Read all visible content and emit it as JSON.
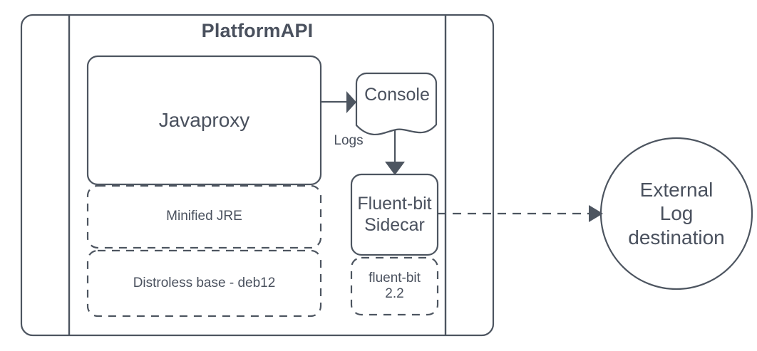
{
  "diagram": {
    "title": "PlatformAPI",
    "colors": {
      "stroke": "#4d5560",
      "text": "#4a515e",
      "background": "#ffffff"
    },
    "nodes": {
      "platform_api_title": "PlatformAPI",
      "javaproxy": "Javaproxy",
      "minified_jre": "Minified JRE",
      "distroless_base": "Distroless base - deb12",
      "console": "Console",
      "fluentbit_sidecar": "Fluent-bit\nSidecar",
      "fluentbit_version": "fluent-bit\n2.2",
      "external_destination": "External\nLog\ndestination"
    },
    "edges": {
      "logs_label": "Logs"
    }
  }
}
